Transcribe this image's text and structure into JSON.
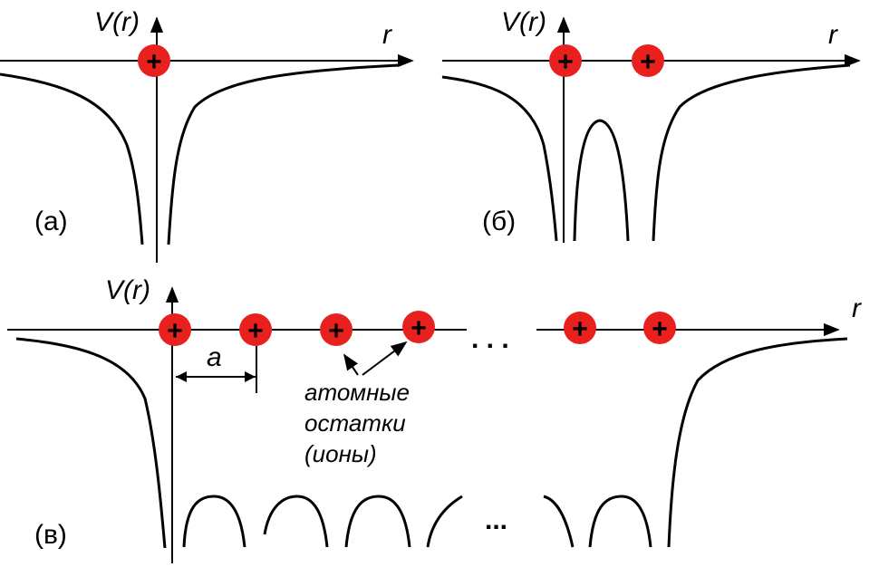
{
  "colors": {
    "ion": "#e8211f",
    "line": "#000000",
    "background": "#ffffff"
  },
  "panel_a": {
    "label": "(а)",
    "y_axis": "V(r)",
    "x_axis": "r",
    "ions": 1
  },
  "panel_b": {
    "label": "(б)",
    "y_axis": "V(r)",
    "x_axis": "r",
    "ions": 2
  },
  "panel_c": {
    "label": "(в)",
    "y_axis": "V(r)",
    "x_axis": "r",
    "ions": 6,
    "spacing_label": "a",
    "ellipsis_axis": ". . .",
    "ellipsis_wells": "...",
    "annotation_lines": [
      "атомные",
      "остатки",
      "(ионы)"
    ]
  },
  "ion_symbol": "+"
}
